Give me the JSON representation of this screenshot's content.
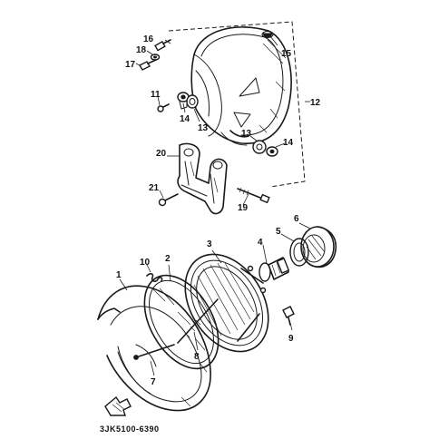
{
  "callouts": [
    "1",
    "2",
    "3",
    "4",
    "5",
    "6",
    "7",
    "8",
    "9",
    "10",
    "11",
    "12",
    "13",
    "13",
    "14",
    "14",
    "15",
    "16",
    "17",
    "18",
    "19",
    "20",
    "21"
  ],
  "drawing_code": "3JK5100-6390",
  "colors": {
    "ink": "#1a1a1a",
    "paper": "#ffffff"
  }
}
